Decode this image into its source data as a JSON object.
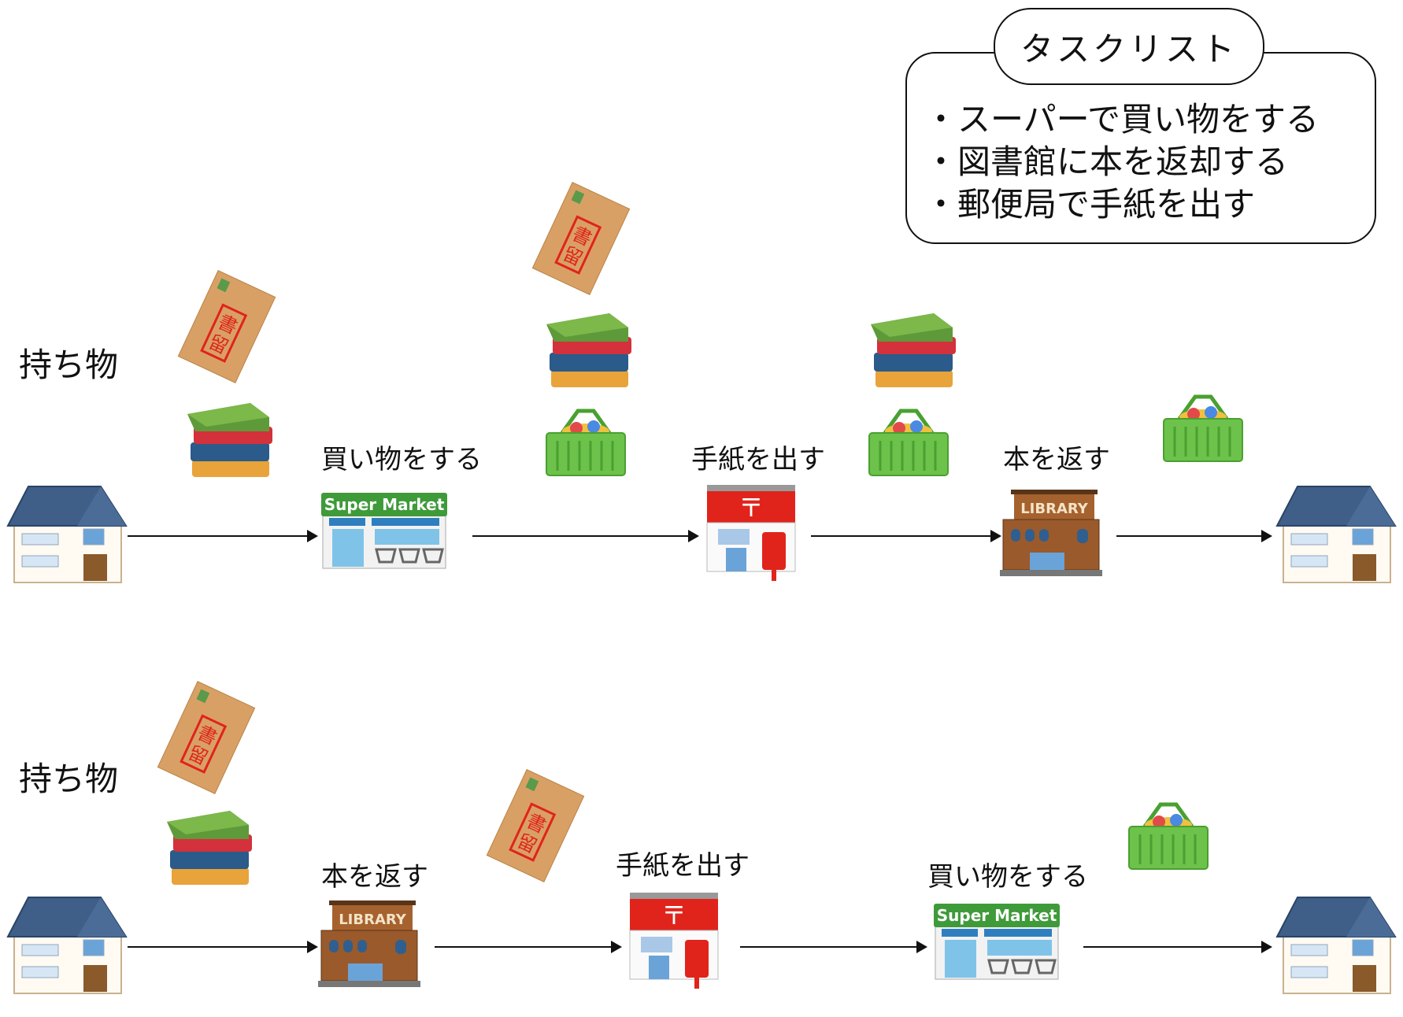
{
  "task_list": {
    "title": "タスクリスト",
    "items": [
      "・スーパーで買い物をする",
      "・図書館に本を返却する",
      "・郵便局で手紙を出す"
    ]
  },
  "route1": {
    "belongings_label": "持ち物",
    "stops": [
      {
        "label": "買い物をする",
        "icon": "supermarket-icon",
        "sign": "Super Market"
      },
      {
        "label": "手紙を出す",
        "icon": "post-office-icon",
        "sign": "〒"
      },
      {
        "label": "本を返す",
        "icon": "library-icon",
        "sign": "LIBRARY"
      }
    ]
  },
  "route2": {
    "belongings_label": "持ち物",
    "stops": [
      {
        "label": "本を返す",
        "icon": "library-icon",
        "sign": "LIBRARY"
      },
      {
        "label": "手紙を出す",
        "icon": "post-office-icon",
        "sign": "〒"
      },
      {
        "label": "買い物をする",
        "icon": "supermarket-icon",
        "sign": "Super Market"
      }
    ]
  },
  "envelope_text": "書留",
  "colors": {
    "house_roof": "#3d5a80",
    "store_green": "#3f9a3a",
    "post_red": "#e0241b",
    "library_brown": "#9a5a2b",
    "basket_green": "#6cc24a",
    "envelope": "#d9a066"
  }
}
